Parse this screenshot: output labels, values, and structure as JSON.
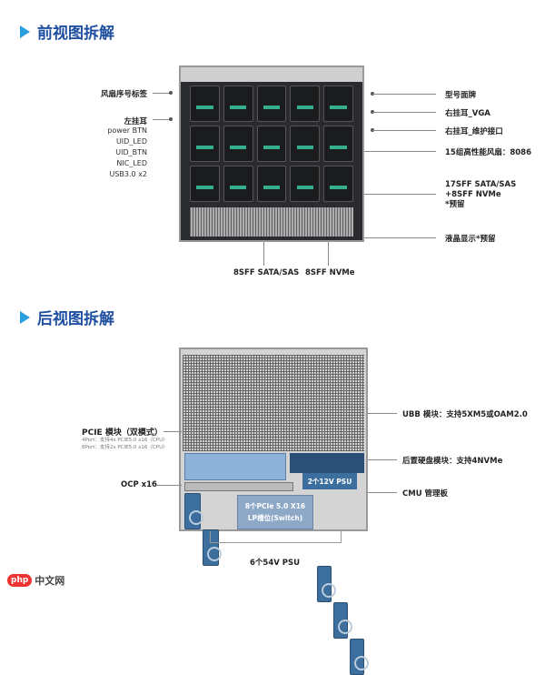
{
  "front": {
    "title": "前视图拆解",
    "left_labels": {
      "fan_serial": "风扇序号标签",
      "left_ear": "左挂耳",
      "left_items": [
        "power BTN",
        "UID_LED",
        "UID_BTN",
        "NIC_LED",
        "USB3.0 x2"
      ]
    },
    "right_labels": [
      "型号面牌",
      "右挂耳_VGA",
      "右挂耳_维护接口",
      "15组高性能风扇：8086"
    ],
    "drives": [
      "17SFF SATA/SAS",
      "+8SFF NVMe",
      "*预留"
    ],
    "lcd": "液晶显示*预留",
    "bottom_labels": [
      "8SFF SATA/SAS",
      "8SFF NVMe"
    ]
  },
  "rear": {
    "title": "后视图拆解",
    "pcie": {
      "title": "PCIE 模块（双模式）",
      "lines": [
        "4Port：支持4x PCIE5.0 x16（CPU）",
        "8Port：支持2x PCIE5.0 x16（CPU）"
      ]
    },
    "ocp": "OCP x16",
    "ubb": "UBB 模块：支持5XM5或OAM2.0",
    "rear_drive": "后置硬盘模块：支持4NVMe",
    "cmu": "CMU 管理板",
    "psu12": "2个12V PSU",
    "switch": [
      "8个PCIe 5.0 X16",
      "LP槽位(Switch)"
    ],
    "psu54": "6个54V PSU"
  },
  "watermark": {
    "brand": "php",
    "text": "中文网"
  },
  "colors": {
    "title": "#1f4fa0",
    "accent": "#2a9fe0"
  }
}
